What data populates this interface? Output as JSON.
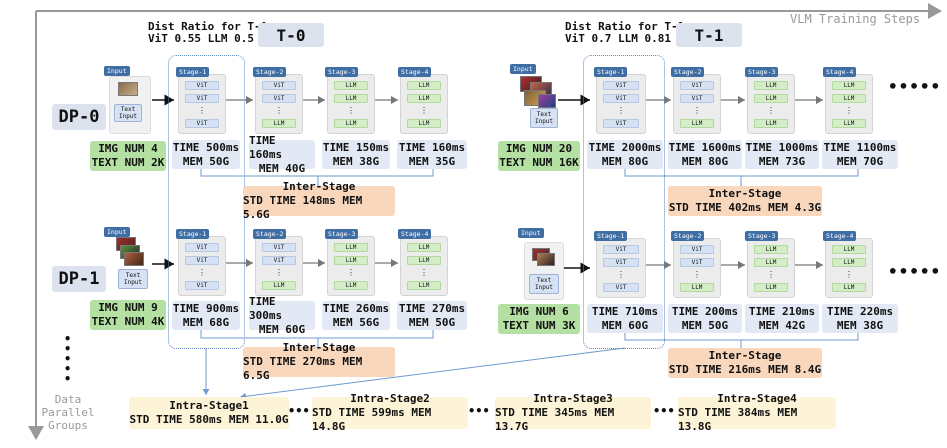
{
  "axis": {
    "x_label": "VLM Training Steps",
    "y_label": [
      "Data",
      "Parallel",
      "Groups"
    ]
  },
  "steps": [
    {
      "name": "T-0",
      "ratio_title": "Dist Ratio for T-0",
      "ratio_values": "ViT 0.55 LLM 0.5"
    },
    {
      "name": "T-1",
      "ratio_title": "Dist Ratio for T-1",
      "ratio_values": "ViT 0.7 LLM 0.81"
    }
  ],
  "dp_groups": [
    "DP-0",
    "DP-1"
  ],
  "input_label": "Input",
  "text_input_label": [
    "Text",
    "Input"
  ],
  "stage_labels": [
    "Stage-1",
    "Stage-2",
    "Stage-3",
    "Stage-4"
  ],
  "block_labels": {
    "vit": "ViT",
    "llm": "LLM",
    "vdots": "⋮"
  },
  "samples": {
    "dp0_t0": {
      "img": "IMG NUM 4",
      "text": "TEXT NUM 2K",
      "stats": [
        [
          "TIME 500ms",
          "MEM 50G"
        ],
        [
          "TIME 160ms",
          "MEM 40G"
        ],
        [
          "TIME 150ms",
          "MEM 38G"
        ],
        [
          "TIME 160ms",
          "MEM 35G"
        ]
      ]
    },
    "dp0_t1": {
      "img": "IMG NUM 20",
      "text": "TEXT NUM 16K",
      "stats": [
        [
          "TIME 2000ms",
          "MEM 80G"
        ],
        [
          "TIME 1600ms",
          "MEM 80G"
        ],
        [
          "TIME 1000ms",
          "MEM 73G"
        ],
        [
          "TIME 1100ms",
          "MEM 70G"
        ]
      ]
    },
    "dp1_t0": {
      "img": "IMG NUM 9",
      "text": "TEXT NUM 4K",
      "stats": [
        [
          "TIME 900ms",
          "MEM 68G"
        ],
        [
          "TIME 300ms",
          "MEM 60G"
        ],
        [
          "TIME 260ms",
          "MEM 56G"
        ],
        [
          "TIME 270ms",
          "MEM 50G"
        ]
      ]
    },
    "dp1_t1": {
      "img": "IMG NUM 6",
      "text": "TEXT NUM 3K",
      "stats": [
        [
          "TIME 710ms",
          "MEM 60G"
        ],
        [
          "TIME 200ms",
          "MEM 50G"
        ],
        [
          "TIME 210ms",
          "MEM 42G"
        ],
        [
          "TIME 220ms",
          "MEM 38G"
        ]
      ]
    }
  },
  "inter_stage": {
    "dp0_t0": {
      "title": "Inter-Stage",
      "value": "STD TIME 148ms MEM 5.6G"
    },
    "dp0_t1": {
      "title": "Inter-Stage",
      "value": "STD TIME 402ms MEM 4.3G"
    },
    "dp1_t0": {
      "title": "Inter-Stage",
      "value": "STD TIME 270ms MEM 6.5G"
    },
    "dp1_t1": {
      "title": "Inter-Stage",
      "value": "STD TIME 216ms MEM 8.4G"
    }
  },
  "intra_stage": [
    {
      "title": "Intra-Stage1",
      "value": "STD TIME 580ms MEM 11.0G"
    },
    {
      "title": "Intra-Stage2",
      "value": "STD TIME 599ms MEM 14.8G"
    },
    {
      "title": "Intra-Stage3",
      "value": "STD TIME 345ms MEM 13.7G"
    },
    {
      "title": "Intra-Stage4",
      "value": "STD TIME 384ms MEM 13.8G"
    }
  ],
  "ellipsis_h": "•••••",
  "ellipsis_mid": "•••",
  "colors": {
    "green": "#b5e0a3",
    "inter": "#f8d7bd",
    "intra": "#fdf3d6",
    "stat": "#e3e9f4",
    "tag": "#dde3ee",
    "stage_label": "#3f6ea5"
  }
}
